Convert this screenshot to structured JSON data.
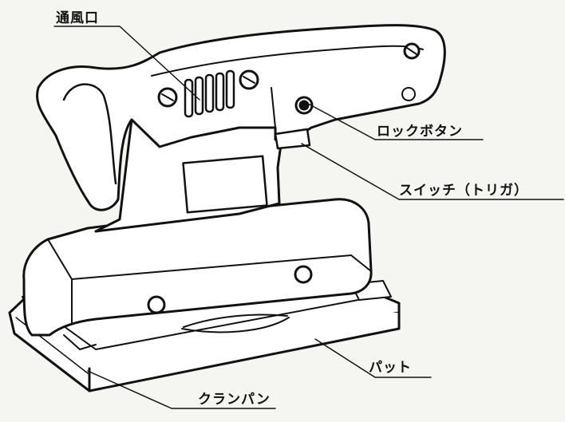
{
  "labels": {
    "vent": "通風口",
    "lock_button": "ロックボタン",
    "switch": "スイッチ（トリガ）",
    "pad": "パット",
    "clamp": "クランパン"
  },
  "colors": {
    "ink": "#111111",
    "paper": "#f5f5f2",
    "fill": "#ffffff"
  }
}
